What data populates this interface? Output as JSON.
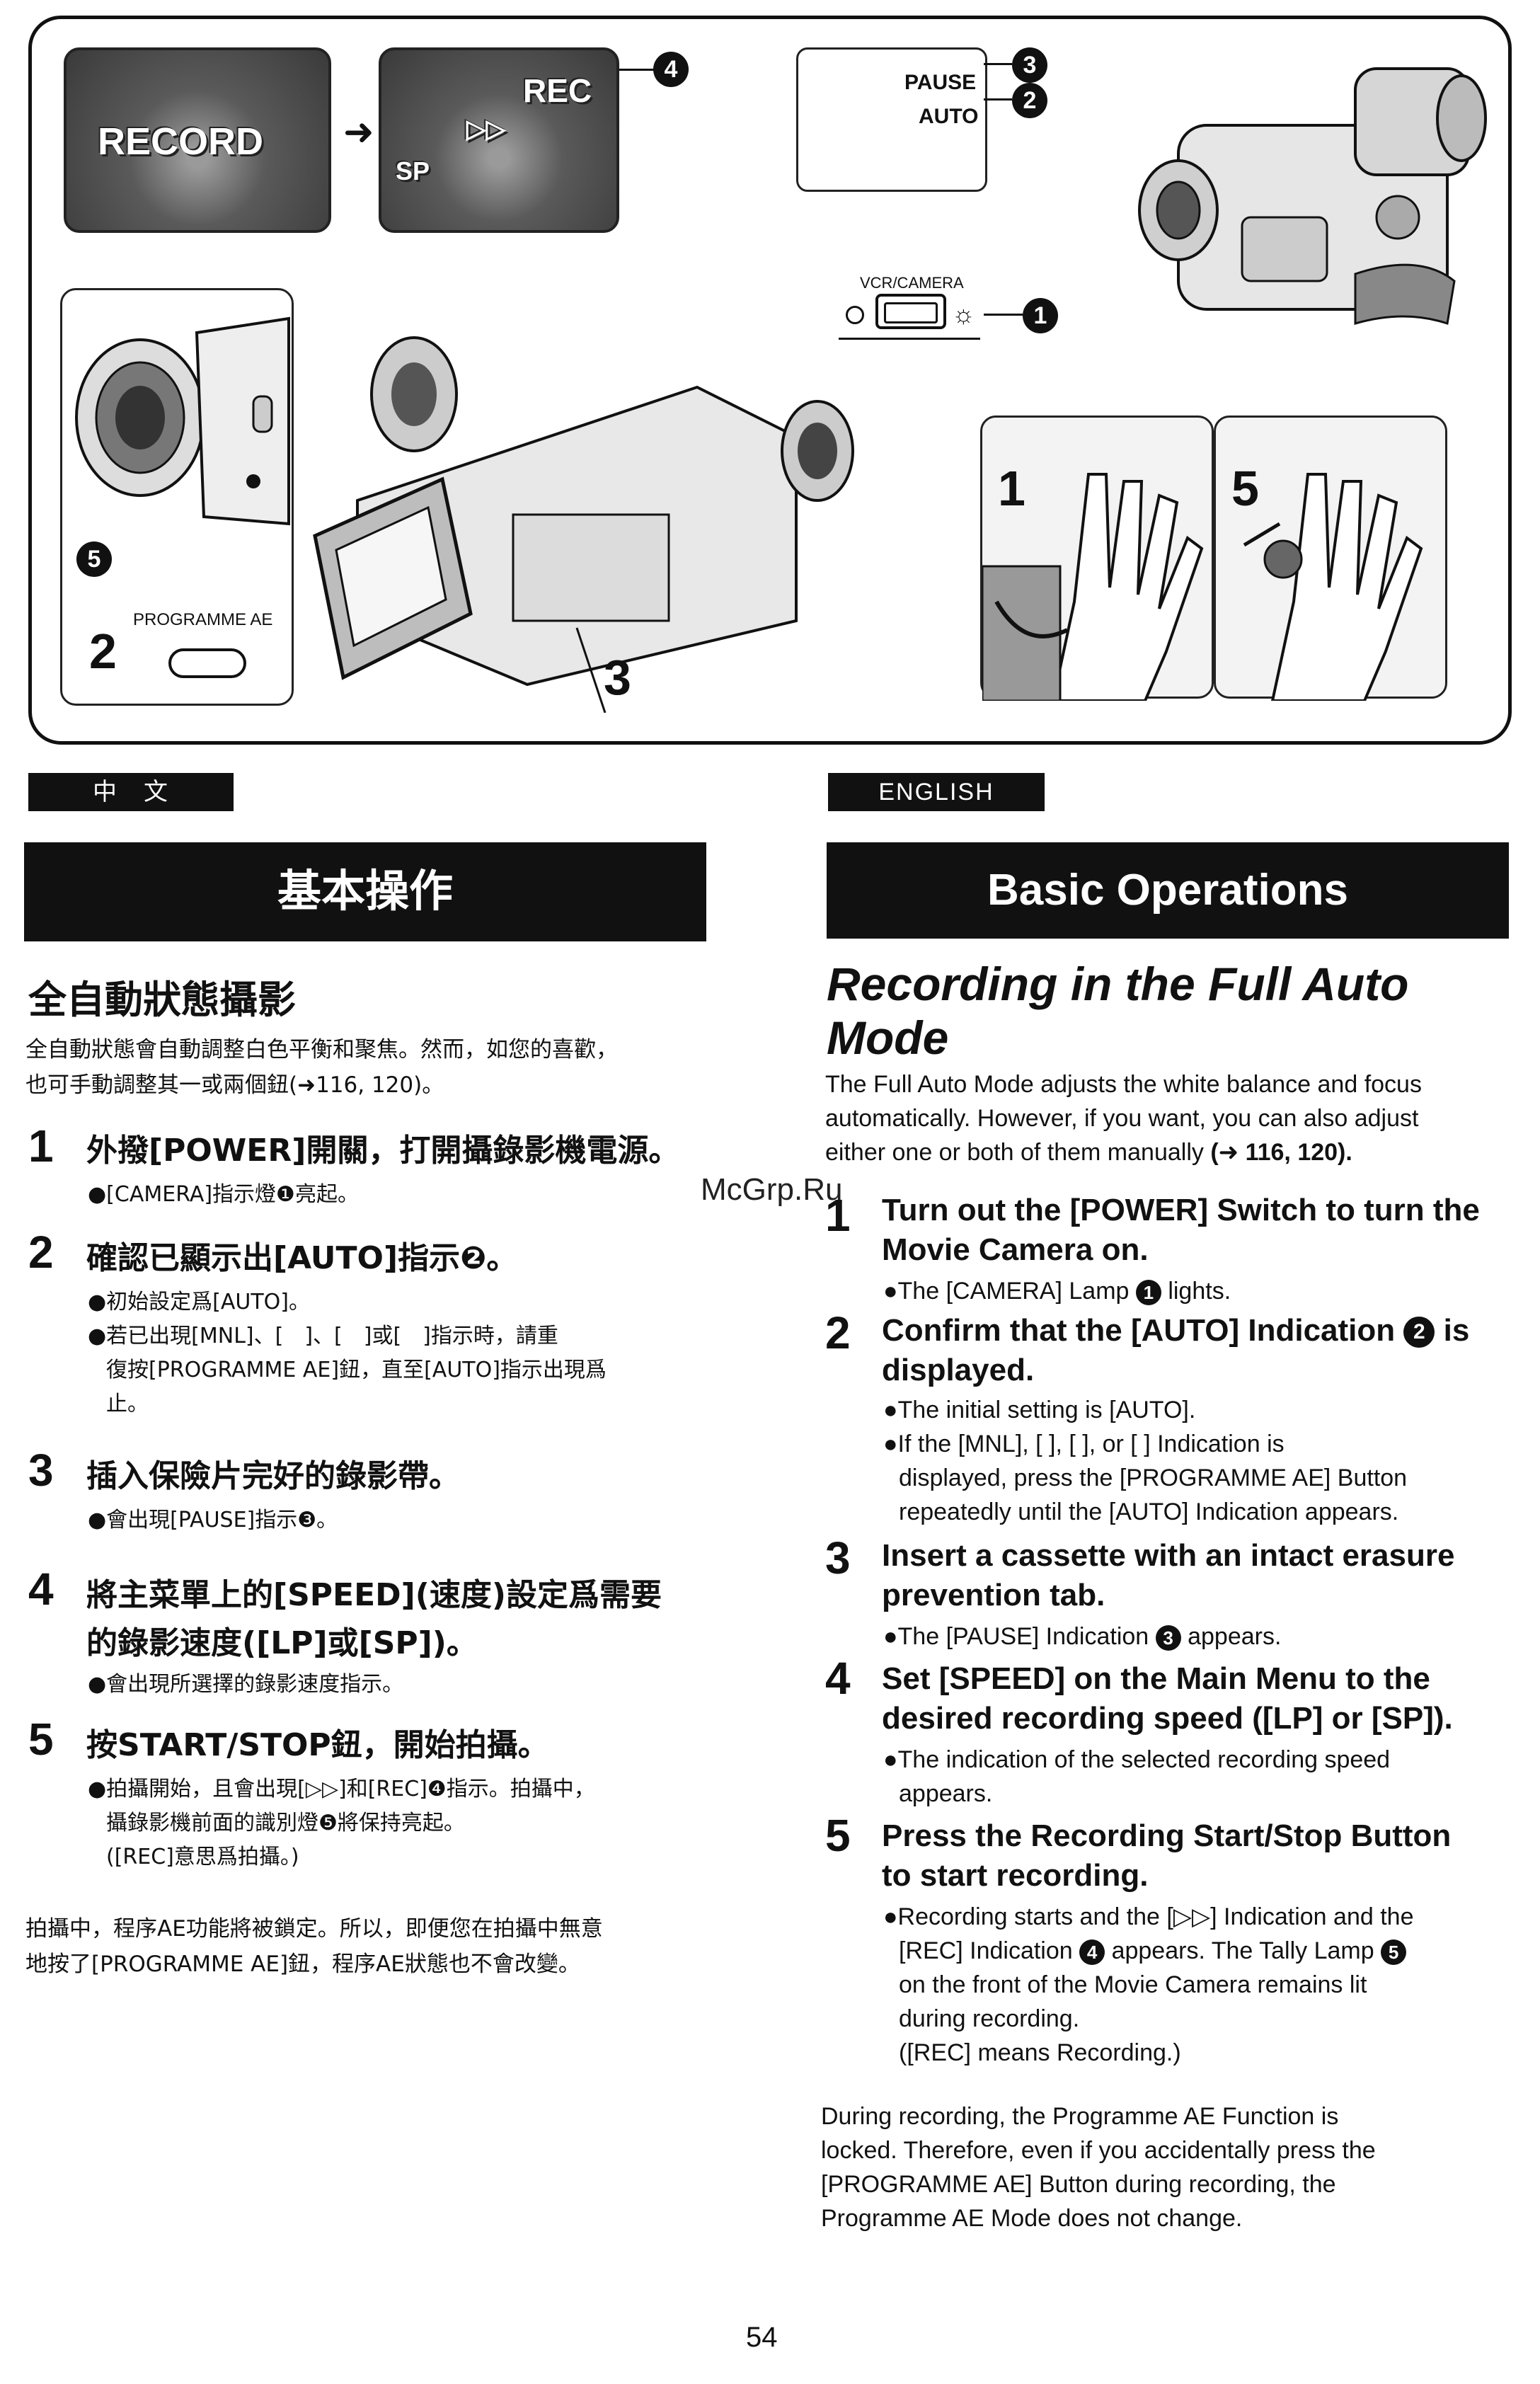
{
  "illustration": {
    "screen1_text": "RECORD",
    "screen2_rec": "REC",
    "screen2_sp": "SP",
    "arrow": "➜",
    "osd_pause": "PAUSE",
    "osd_auto": "AUTO",
    "vcr_camera_label": "VCR/CAMERA",
    "programme_ae_label": "PROGRAMME AE",
    "label_2": "2",
    "label_3": "3",
    "label_1": "1",
    "label_5": "5",
    "callouts": [
      "4",
      "3",
      "2",
      "1",
      "5"
    ]
  },
  "zh": {
    "lang_tab": "中　文",
    "title": "基本操作",
    "subtitle": "全自動狀態攝影",
    "intro_line1": "全自動狀態會自動調整白色平衡和聚焦。然而，如您的喜歡，",
    "intro_line2": "也可手動調整其一或兩個鈕(➜116, 120)。",
    "steps": [
      {
        "num": "1",
        "title": "外撥[POWER]開關，打開攝錄影機電源。",
        "b1": "●[CAMERA]指示燈❶亮起。"
      },
      {
        "num": "2",
        "title": "確認已顯示出[AUTO]指示❷。",
        "b1": "●初始設定爲[AUTO]。",
        "b2": "●若已出現[MNL]、[　]、[　]或[　]指示時，請重",
        "b2b": "復按[PROGRAMME AE]鈕，直至[AUTO]指示出現爲",
        "b2c": "止。"
      },
      {
        "num": "3",
        "title": "插入保險片完好的錄影帶。",
        "b1": "●會出現[PAUSE]指示❸。"
      },
      {
        "num": "4",
        "title": "將主菜單上的[SPEED](速度)設定爲需要",
        "title2": "的錄影速度([LP]或[SP])。",
        "b1": "●會出現所選擇的錄影速度指示。"
      },
      {
        "num": "5",
        "title": "按START/STOP鈕，開始拍攝。",
        "b1": "●拍攝開始，且會出現[▷▷]和[REC]❹指示。拍攝中，",
        "b1b": "攝錄影機前面的識別燈❺將保持亮起。",
        "b1c": "([REC]意思爲拍攝。)"
      }
    ],
    "footer_line1": "拍攝中，程序AE功能將被鎖定。所以，即便您在拍攝中無意",
    "footer_line2": "地按了[PROGRAMME AE]鈕，程序AE狀態也不會改變。"
  },
  "en": {
    "lang_tab": "ENGLISH",
    "title": "Basic Operations",
    "subtitle_line1": "Recording in the Full Auto",
    "subtitle_line2": "Mode",
    "intro_line1": "The Full Auto Mode adjusts the white balance and focus",
    "intro_line2": "automatically. However, if you want, you can also adjust",
    "intro_line3": "either one or both of them manually",
    "intro_ref": "(➜ 116, 120).",
    "steps": [
      {
        "num": "1",
        "title1": "Turn out the [POWER] Switch to turn the",
        "title2": "Movie Camera on.",
        "b1a": "●The [CAMERA] Lamp",
        "b1c": "1",
        "b1b": "lights."
      },
      {
        "num": "2",
        "title1": "Confirm that the [AUTO] Indication",
        "title_c": "2",
        "title1b": "is",
        "title2": "displayed.",
        "b1": "●The initial setting is [AUTO].",
        "b2": "●If the [MNL], [  ], [  ], or [  ] Indication is",
        "b2b": "displayed, press the [PROGRAMME AE] Button",
        "b2c": "repeatedly until the [AUTO] Indication appears."
      },
      {
        "num": "3",
        "title1": "Insert a cassette with an intact erasure",
        "title2": "prevention tab.",
        "b1a": "●The [PAUSE] Indication",
        "b1c": "3",
        "b1b": "appears."
      },
      {
        "num": "4",
        "title1": "Set [SPEED] on the Main Menu to the",
        "title2": "desired recording speed ([LP] or [SP]).",
        "b1": "●The indication of the selected recording speed",
        "b1b": "appears."
      },
      {
        "num": "5",
        "title1": "Press the Recording Start/Stop Button",
        "title2": "to start recording.",
        "b1": "●Recording starts and the [▷▷] Indication and the",
        "b1b_a": "[REC] Indication",
        "b1b_c": "4",
        "b1b_b": "appears. The Tally Lamp",
        "b1b_c2": "5",
        "b1c": "on the front of the Movie Camera remains lit",
        "b1d": "during recording.",
        "b1e": "([REC] means Recording.)"
      }
    ],
    "footer_line1": "During recording, the Programme AE Function is",
    "footer_line2": "locked. Therefore, even if you accidentally press the",
    "footer_line3": "[PROGRAMME AE] Button during recording, the",
    "footer_line4": "Programme AE Mode does not change."
  },
  "watermark": "McGrp.Ru",
  "page_number": "54"
}
